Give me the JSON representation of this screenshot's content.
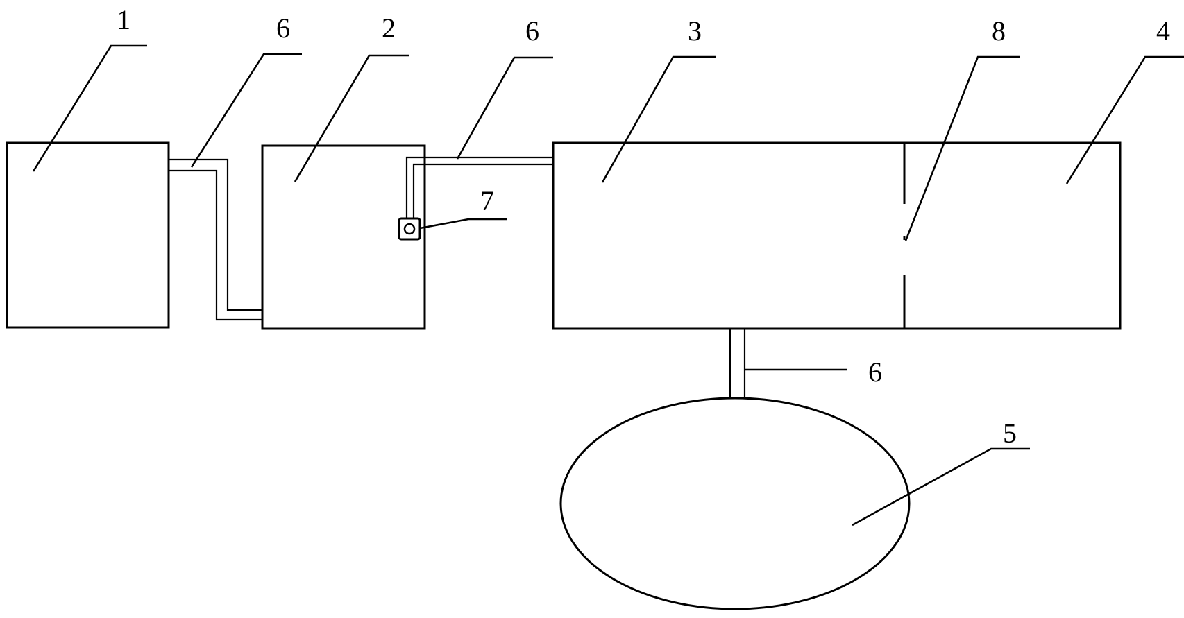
{
  "labels": {
    "c1": "1",
    "c2": "2",
    "c3": "3",
    "c4": "4",
    "c5": "5",
    "pipe_top_left": "6",
    "pipe_top_mid": "6",
    "pipe_bottom": "6",
    "c7": "7",
    "c8": "8"
  },
  "colors": {
    "line": "#000000",
    "background": "#ffffff"
  }
}
